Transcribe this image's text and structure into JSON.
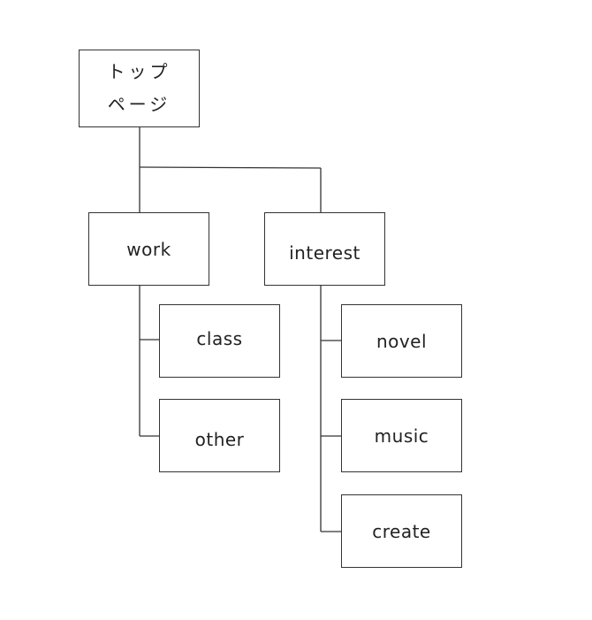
{
  "diagram": {
    "root": {
      "label": "トップ\nページ"
    },
    "branches": [
      {
        "label": "work",
        "children": [
          {
            "label": "class"
          },
          {
            "label": "other"
          }
        ]
      },
      {
        "label": "interest",
        "children": [
          {
            "label": "novel"
          },
          {
            "label": "music"
          },
          {
            "label": "create"
          }
        ]
      }
    ]
  }
}
